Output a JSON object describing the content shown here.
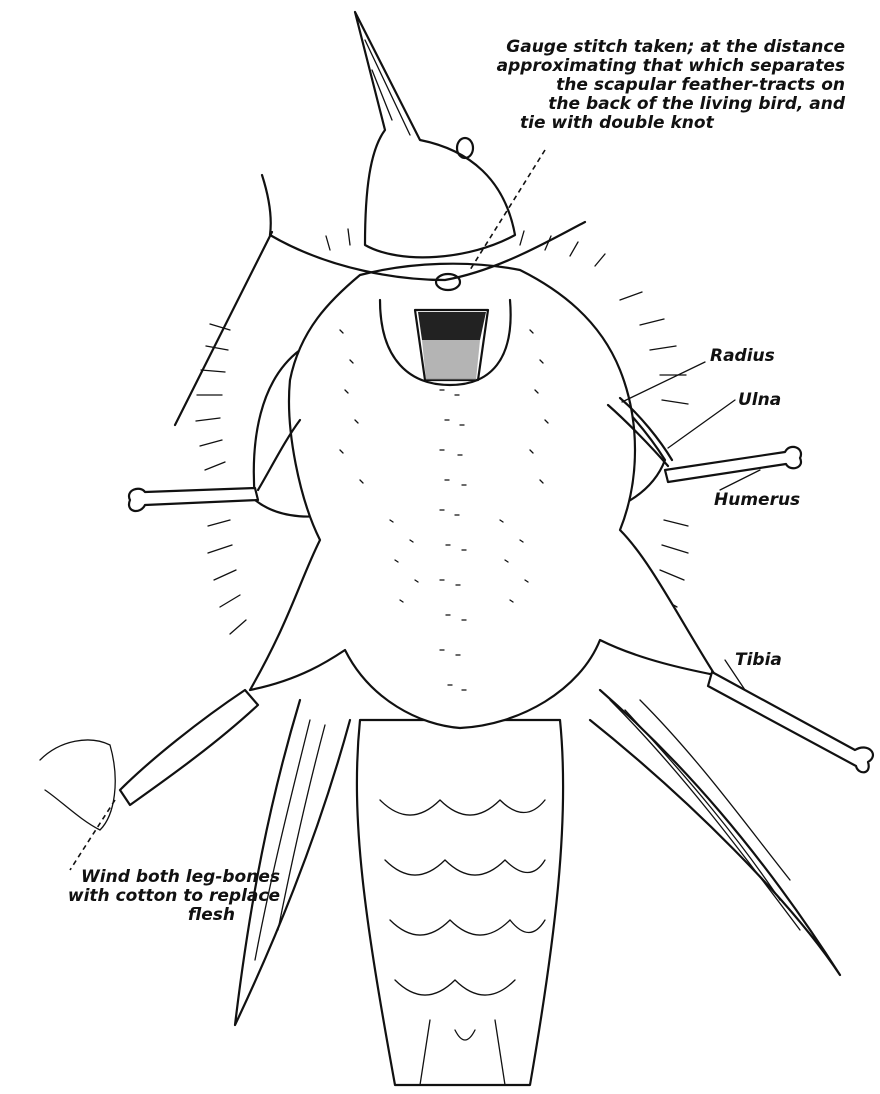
{
  "callouts": {
    "gauge_line1": "Gauge stitch taken; at the distance",
    "gauge_line2": "approximating that which separates",
    "gauge_line3": "the scapular feather-tracts on",
    "gauge_line4": "the back of the living bird, and",
    "gauge_line5": "tie with double knot",
    "wind_line1": "Wind both leg-bones",
    "wind_line2": "with cotton to replace",
    "wind_line3": "flesh"
  },
  "bone_labels": {
    "radius": "Radius",
    "ulna": "Ulna",
    "humerus": "Humerus",
    "tibia": "Tibia"
  }
}
